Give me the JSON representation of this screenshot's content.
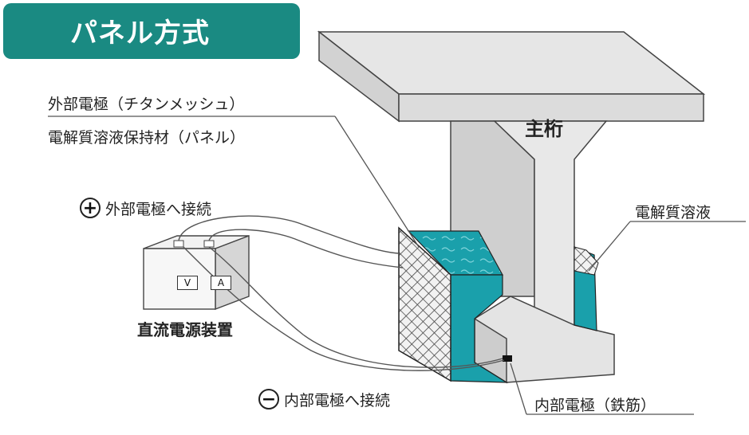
{
  "title": "パネル方式",
  "labels": {
    "girder": "主桁",
    "external_electrode": "外部電極（チタンメッシュ）",
    "holding_material": "電解質溶液保持材（パネル）",
    "connect_external": "外部電極へ接続",
    "connect_internal": "内部電極へ接続",
    "power_supply": "直流電源装置",
    "electrolyte": "電解質溶液",
    "internal_electrode": "内部電極（鉄筋）"
  },
  "signs": {
    "plus": "+",
    "minus": "−"
  },
  "meters": {
    "voltmeter": "V",
    "ammeter": "A"
  },
  "colors": {
    "title_bg": "#1a8a82",
    "electrolyte": "#1aa0ab",
    "concrete": "#e4e4e4",
    "concrete_shade": "#c9c9c9"
  }
}
